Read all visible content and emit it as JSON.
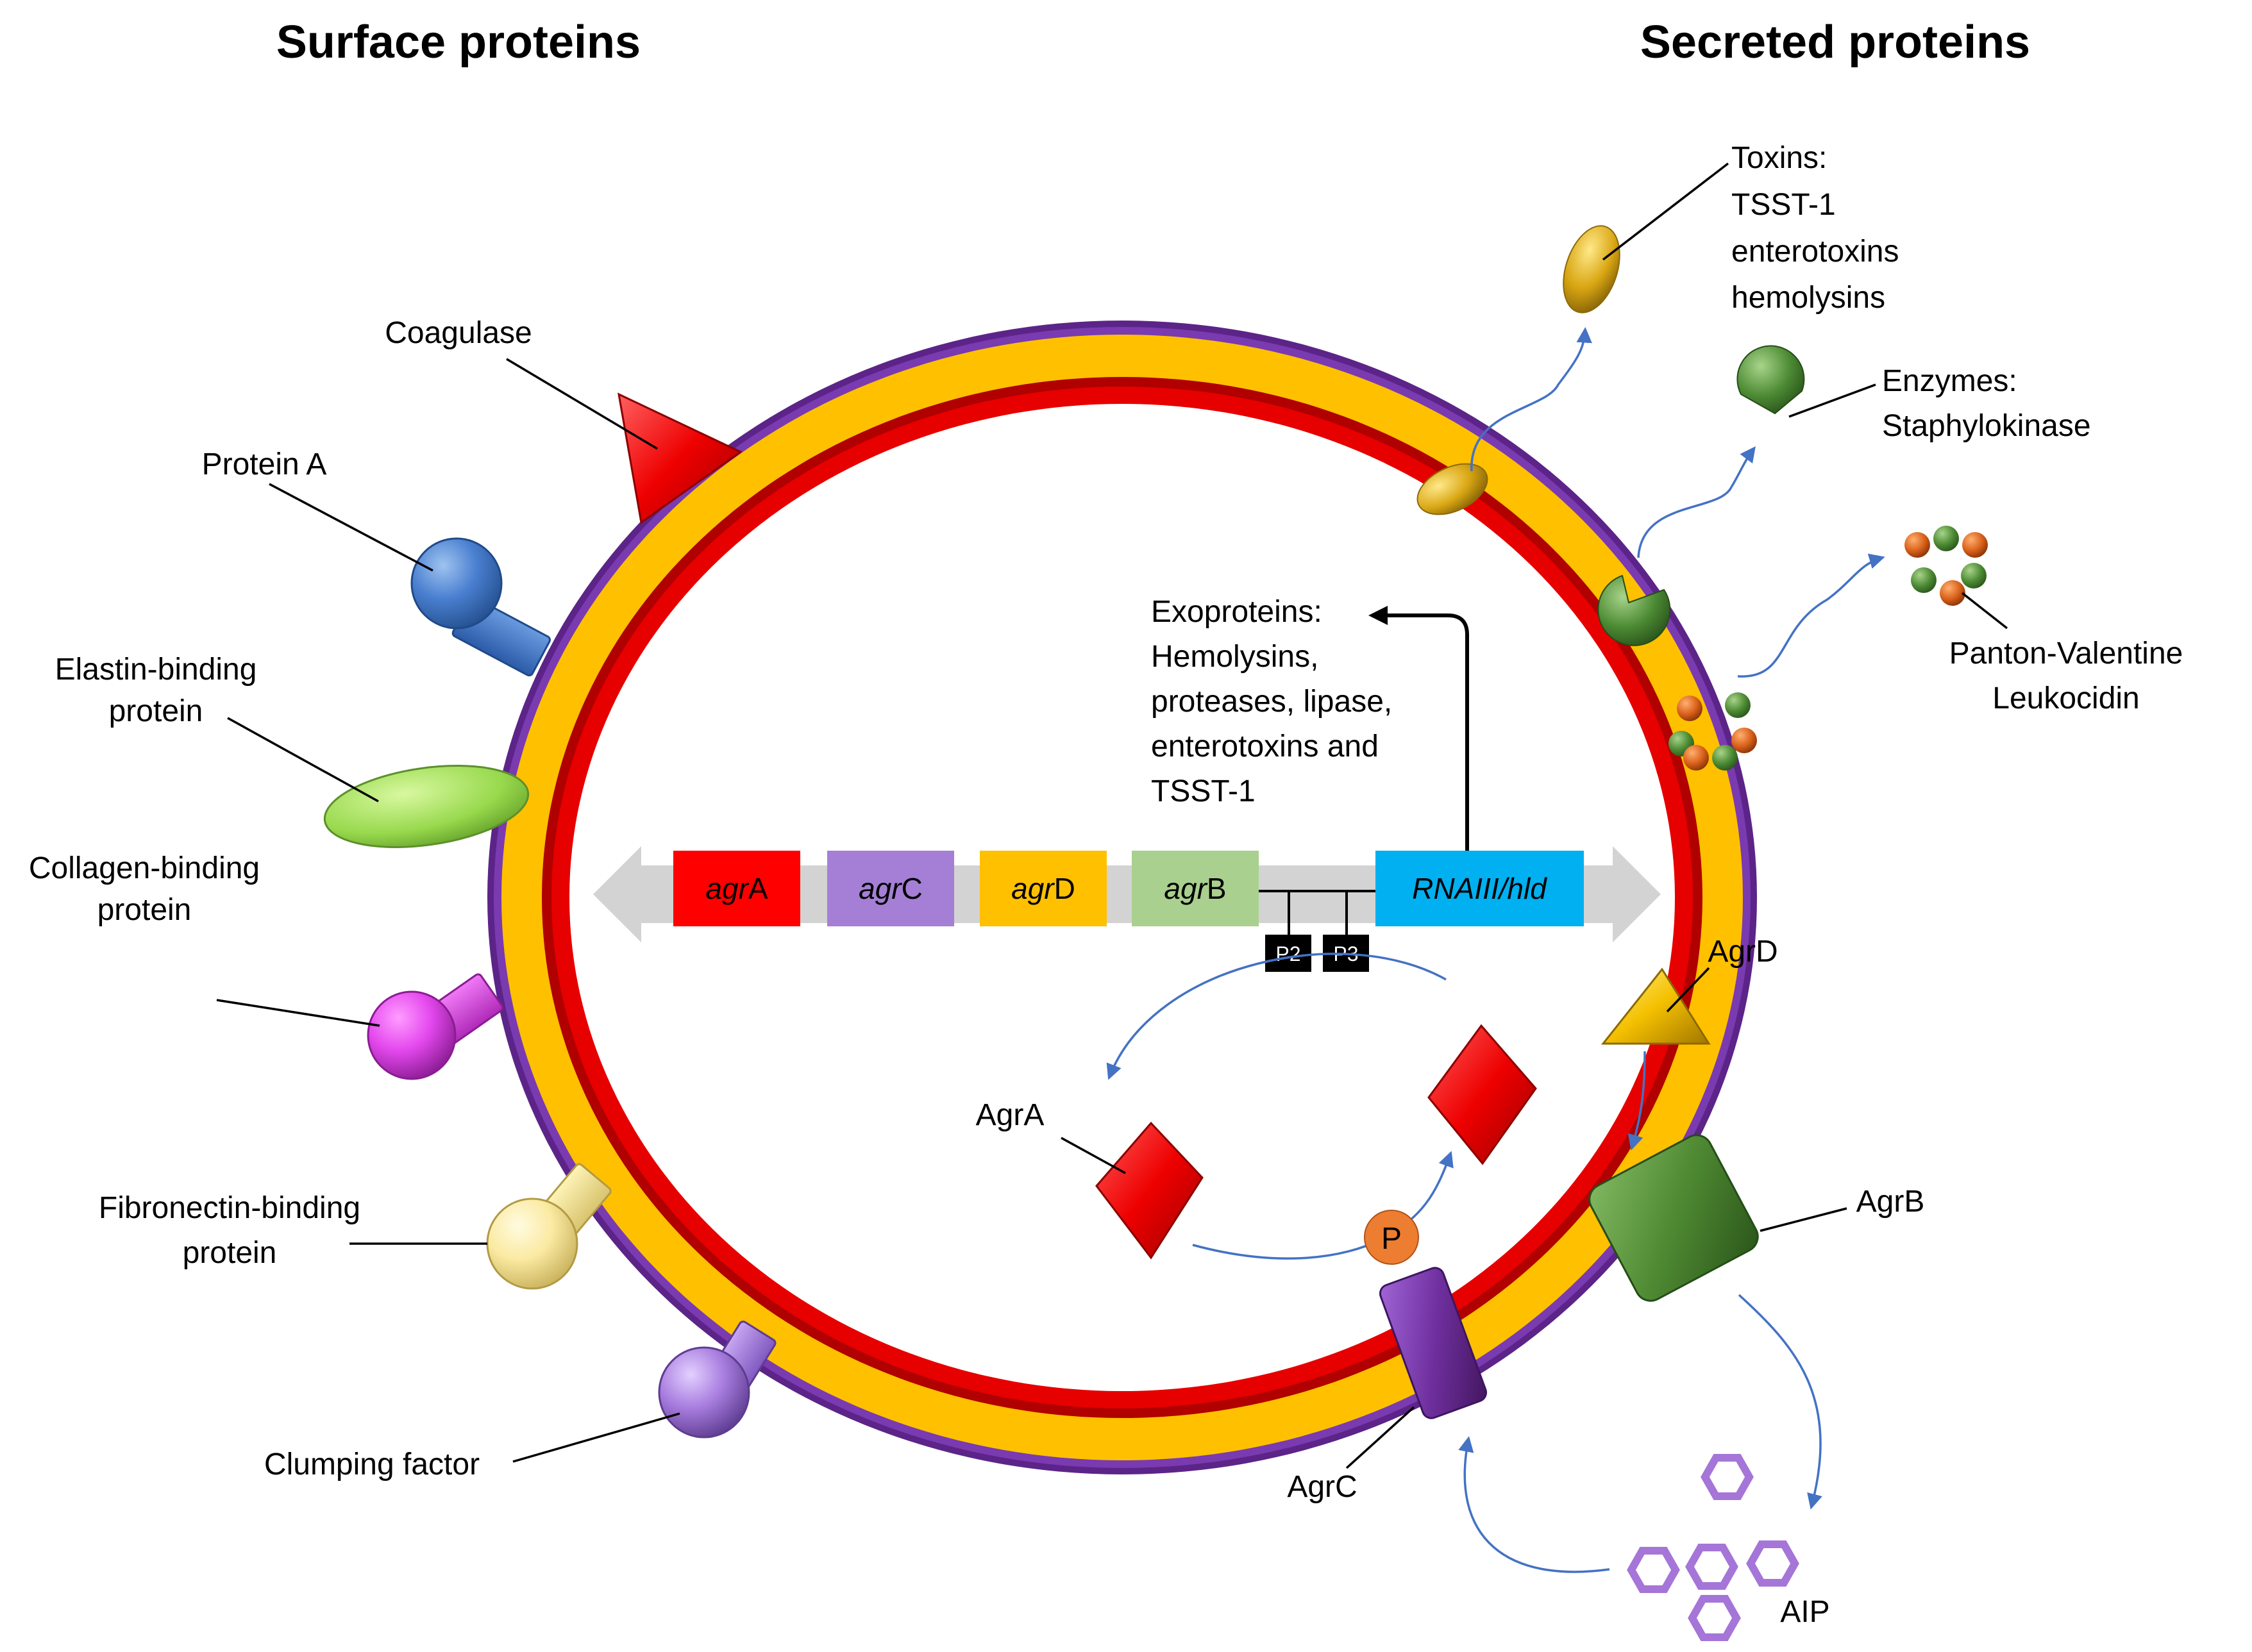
{
  "headers": {
    "surface": "Surface proteins",
    "secreted": "Secreted proteins"
  },
  "surface_labels": {
    "coagulase": "Coagulase",
    "protein_a": "Protein A",
    "elastin_l1": "Elastin-binding",
    "elastin_l2": "protein",
    "collagen_l1": "Collagen-binding",
    "collagen_l2": "protein",
    "fibronectin_l1": "Fibronectin-binding",
    "fibronectin_l2": "protein",
    "clumping": "Clumping factor"
  },
  "secreted_labels": {
    "toxins_l1": "Toxins:",
    "toxins_l2": "TSST-1",
    "toxins_l3": "enterotoxins",
    "toxins_l4": "hemolysins",
    "enzymes_l1": "Enzymes:",
    "enzymes_l2": "Staphylokinase",
    "pvl_l1": "Panton-Valentine",
    "pvl_l2": "Leukocidin"
  },
  "exoproteins": {
    "l1": "Exoproteins:",
    "l2": "Hemolysins,",
    "l3": "proteases, lipase,",
    "l4": "enterotoxins and",
    "l5": "TSST-1"
  },
  "operon": {
    "agrA": {
      "italic": "agr",
      "plain": "A"
    },
    "agrC": {
      "italic": "agr",
      "plain": "C"
    },
    "agrD": {
      "italic": "agr",
      "plain": "D"
    },
    "agrB": {
      "italic": "agr",
      "plain": "B"
    },
    "rnaiii": "RNAIII/hld",
    "p2": "P2",
    "p3": "P3"
  },
  "agr_labels": {
    "agrA": "AgrA",
    "agrB": "AgrB",
    "agrC": "AgrC",
    "agrD": "AgrD",
    "aip": "AIP",
    "phospho": "P"
  },
  "colors": {
    "outer_membrane": "#7030a0",
    "middle_layer": "#ffc000",
    "inner_membrane": "#e00000",
    "agrA_box": "#ff0000",
    "agrC_box": "#a57fd6",
    "agrD_box": "#ffc000",
    "agrB_box": "#a9d08e",
    "rnaiii_box": "#00b0f0",
    "flow_arrows": "#4472c4",
    "operon_arrow": "#d0d0d0"
  }
}
